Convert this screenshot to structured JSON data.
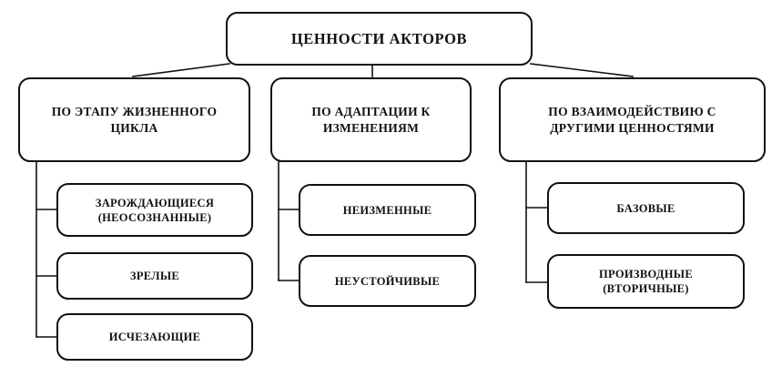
{
  "diagram": {
    "title_node": {
      "id": "root",
      "label": "ЦЕННОСТИ АКТОРОВ"
    },
    "branches": [
      {
        "id": "branch-lifecycle",
        "label": "ПО ЭТАПУ ЖИЗНЕННОГО\nЦИКЛА",
        "children": [
          {
            "id": "leaf-emerging",
            "label": "ЗАРОЖДАЮЩИЕСЯ\n(НЕОСОЗНАННЫЕ)"
          },
          {
            "id": "leaf-mature",
            "label": "ЗРЕЛЫЕ"
          },
          {
            "id": "leaf-vanishing",
            "label": "ИСЧЕЗАЮЩИЕ"
          }
        ]
      },
      {
        "id": "branch-adaptation",
        "label": "ПО АДАПТАЦИИ К\nИЗМЕНЕНИЯМ",
        "children": [
          {
            "id": "leaf-immutable",
            "label": "НЕИЗМЕННЫЕ"
          },
          {
            "id": "leaf-unstable",
            "label": "НЕУСТОЙЧИВЫЕ"
          }
        ]
      },
      {
        "id": "branch-interaction",
        "label": "ПО ВЗАИМОДЕЙСТВИЮ С\nДРУГИМИ ЦЕННОСТЯМИ",
        "children": [
          {
            "id": "leaf-basic",
            "label": "БАЗОВЫЕ"
          },
          {
            "id": "leaf-derived",
            "label": "ПРОИЗВОДНЫЕ\n(ВТОРИЧНЫЕ)"
          }
        ]
      }
    ],
    "colors": {
      "stroke": "#111111",
      "background": "#ffffff",
      "text": "#111111"
    }
  }
}
